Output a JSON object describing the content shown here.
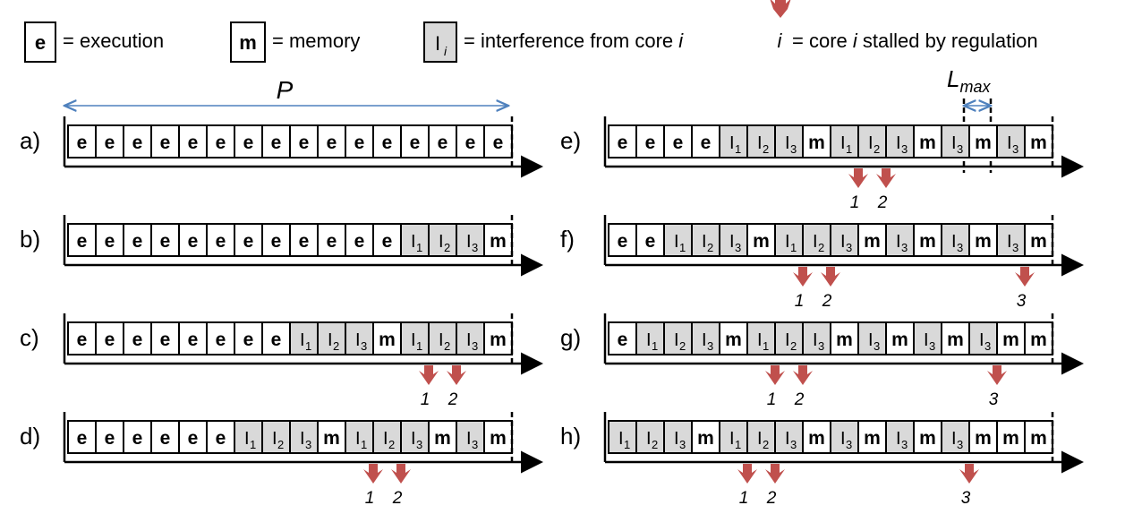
{
  "legend": {
    "execution": {
      "symbol": "e",
      "text": "= execution"
    },
    "memory": {
      "symbol": "m",
      "text": "= memory"
    },
    "interference": {
      "symbol": "I",
      "subscript": "i",
      "text": "= interference from core ",
      "italic": "i"
    },
    "stall": {
      "italic": "i",
      "text": " = core ",
      "italic2": "i",
      "text2": " stalled by regulation"
    }
  },
  "period_label": "P",
  "lmax_label": {
    "base": "L",
    "sub": "max"
  },
  "colors": {
    "interference": "#d9d9d9",
    "stall_arrow": "#c0504d",
    "period_arrow": "#4f81bd"
  },
  "rows": [
    {
      "label": "a)",
      "cells": [
        "e",
        "e",
        "e",
        "e",
        "e",
        "e",
        "e",
        "e",
        "e",
        "e",
        "e",
        "e",
        "e",
        "e",
        "e",
        "e"
      ],
      "stalls": []
    },
    {
      "label": "b)",
      "cells": [
        "e",
        "e",
        "e",
        "e",
        "e",
        "e",
        "e",
        "e",
        "e",
        "e",
        "e",
        "e",
        "I1",
        "I2",
        "I3",
        "m"
      ],
      "stalls": []
    },
    {
      "label": "c)",
      "cells": [
        "e",
        "e",
        "e",
        "e",
        "e",
        "e",
        "e",
        "e",
        "I1",
        "I2",
        "I3",
        "m",
        "I1",
        "I2",
        "I3",
        "m"
      ],
      "stalls": [
        {
          "core": "1",
          "after": 13
        },
        {
          "core": "2",
          "after": 14
        }
      ]
    },
    {
      "label": "d)",
      "cells": [
        "e",
        "e",
        "e",
        "e",
        "e",
        "e",
        "I1",
        "I2",
        "I3",
        "m",
        "I1",
        "I2",
        "I3",
        "m",
        "I3",
        "m"
      ],
      "stalls": [
        {
          "core": "1",
          "after": 11
        },
        {
          "core": "2",
          "after": 12
        }
      ]
    },
    {
      "label": "e)",
      "cells": [
        "e",
        "e",
        "e",
        "e",
        "I1",
        "I2",
        "I3",
        "m",
        "I1",
        "I2",
        "I3",
        "m",
        "I3",
        "m",
        "I3",
        "m"
      ],
      "stalls": [
        {
          "core": "1",
          "after": 9
        },
        {
          "core": "2",
          "after": 10
        }
      ]
    },
    {
      "label": "f)",
      "cells": [
        "e",
        "e",
        "I1",
        "I2",
        "I3",
        "m",
        "I1",
        "I2",
        "I3",
        "m",
        "I3",
        "m",
        "I3",
        "m",
        "I3",
        "m"
      ],
      "stalls": [
        {
          "core": "1",
          "after": 7
        },
        {
          "core": "2",
          "after": 8
        },
        {
          "core": "3",
          "after": 15
        }
      ]
    },
    {
      "label": "g)",
      "cells": [
        "e",
        "I1",
        "I2",
        "I3",
        "m",
        "I1",
        "I2",
        "I3",
        "m",
        "I3",
        "m",
        "I3",
        "m",
        "I3",
        "m",
        "m"
      ],
      "stalls": [
        {
          "core": "1",
          "after": 6
        },
        {
          "core": "2",
          "after": 7
        },
        {
          "core": "3",
          "after": 14
        }
      ]
    },
    {
      "label": "h)",
      "cells": [
        "I1",
        "I2",
        "I3",
        "m",
        "I1",
        "I2",
        "I3",
        "m",
        "I3",
        "m",
        "I3",
        "m",
        "I3",
        "m",
        "m",
        "m"
      ],
      "stalls": [
        {
          "core": "1",
          "after": 5
        },
        {
          "core": "2",
          "after": 6
        },
        {
          "core": "3",
          "after": 13
        }
      ]
    }
  ]
}
